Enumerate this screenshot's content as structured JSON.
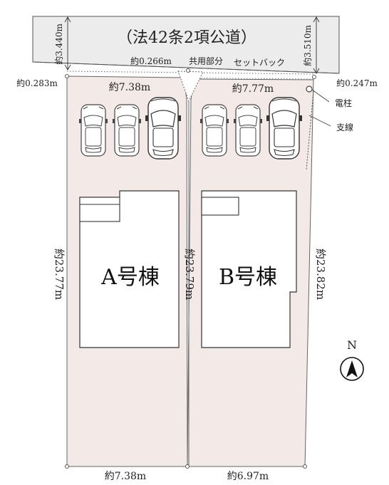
{
  "road": {
    "label": "（法42条2項公道）",
    "width_left": "約3.440m",
    "width_right": "約3.510m"
  },
  "setback": {
    "label": "セットバック",
    "left_offset": "約0.283m",
    "right_offset": "約0.247m"
  },
  "shared": {
    "width": "約0.266m",
    "label": "共用部分"
  },
  "utility": {
    "pole": "電柱",
    "guy_wire": "支線"
  },
  "lot_a": {
    "building": "A号棟",
    "front_width": "約7.38m",
    "rear_width": "約7.38m",
    "depth_left": "約23.77m",
    "depth_middle": "約23.79m"
  },
  "lot_b": {
    "building": "B号棟",
    "front_width": "約7.77m",
    "rear_width": "約6.97m",
    "depth_right": "約23.82m"
  },
  "compass": {
    "label": "N"
  },
  "colors": {
    "lot_fill": "#f3e9e6",
    "road_fill": "#ececec",
    "line": "#555555"
  }
}
